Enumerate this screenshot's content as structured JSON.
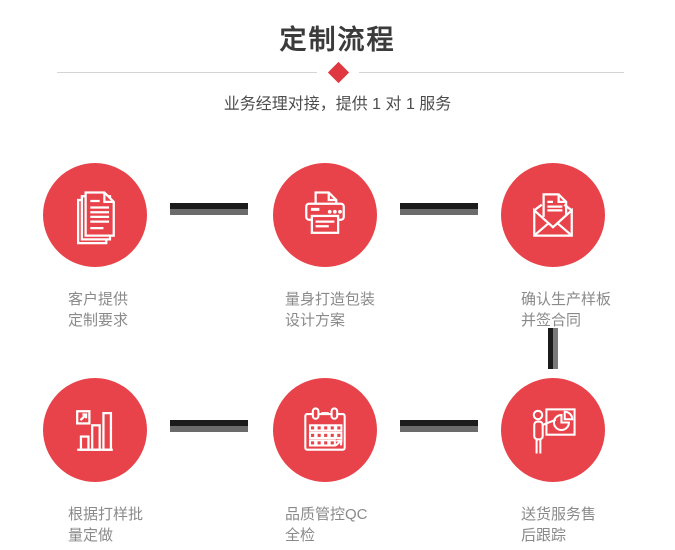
{
  "header": {
    "title": "定制流程",
    "subtitle": "业务经理对接，提供 1 对 1 服务"
  },
  "colors": {
    "accent_red": "#e8434a",
    "diamond_red": "#df3841",
    "connector_black": "#1b1b1b",
    "connector_gray": "#6b6b6b",
    "label_gray": "#8a8a8a"
  },
  "steps": [
    {
      "icon": "documents-icon",
      "label": "客户提供\n定制要求"
    },
    {
      "icon": "printer-icon",
      "label": "量身打造包装\n设计方案"
    },
    {
      "icon": "envelope-icon",
      "label": "确认生产样板\n并签合同"
    },
    {
      "icon": "bar-chart-icon",
      "label": "根据打样批\n量定做"
    },
    {
      "icon": "calendar-icon",
      "label": "品质管控QC\n全检"
    },
    {
      "icon": "presentation-icon",
      "label": "送货服务售\n后跟踪"
    }
  ]
}
